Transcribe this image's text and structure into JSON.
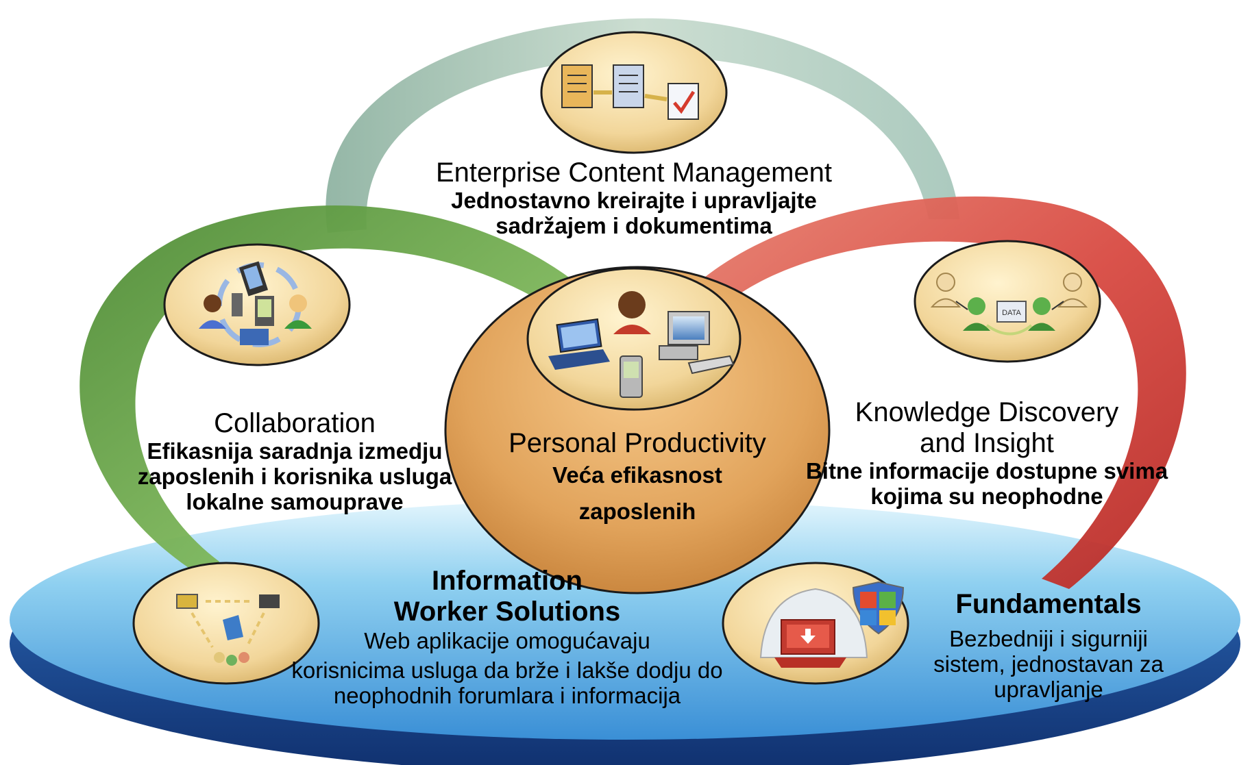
{
  "colors": {
    "platform_top": "#5ab4e6",
    "platform_edge": "#1e4f9c",
    "ecm_ring": "#9fbfb2",
    "collab_ring": "#6aa046",
    "kd_ring": "#d84a42",
    "badge_fill": "#f3d9a0",
    "badge_border": "#1b1b1b",
    "center_fill": "#e0a45e"
  },
  "ecm": {
    "title": "Enterprise Content Management",
    "sub1": "Jednostavno kreirajte i upravljajte",
    "sub2": "sadržajem i dokumentima",
    "icon": "document-workflow-icon"
  },
  "collaboration": {
    "title": "Collaboration",
    "sub1": "Efikasnija saradnja izmedju",
    "sub2": "zaposlenih i korisnika usluga",
    "sub3": "lokalne samouprave",
    "icon": "collaboration-devices-icon"
  },
  "personal": {
    "title": "Personal Productivity",
    "sub1": "Veća efikasnost",
    "sub2": "zaposlenih",
    "icon": "user-devices-icon"
  },
  "knowledge": {
    "title1": "Knowledge Discovery",
    "title2": "and Insight",
    "sub1": "Bitne informacije dostupne svima",
    "sub2": "kojima su neophodne",
    "icon": "data-sharing-icon"
  },
  "iws": {
    "title1": "Information",
    "title2": "Worker Solutions",
    "line1": "Web aplikacije omogućavaju",
    "line2": "korisnicima usluga da brže i lakše dodju do",
    "line3": "neophodnih forumlara i informacija",
    "icon": "workflow-network-icon"
  },
  "fundamentals": {
    "title": "Fundamentals",
    "line1": "Bezbedniji i sigurniji",
    "line2": "sistem, jednostavan za",
    "line3": "upravljanje",
    "icon": "security-shield-icon"
  }
}
